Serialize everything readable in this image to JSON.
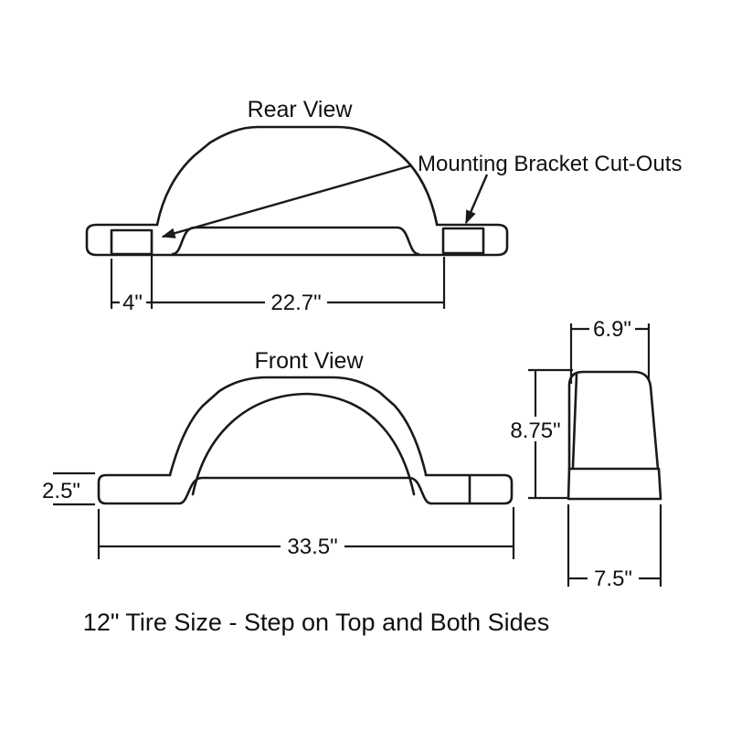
{
  "drawing": {
    "rear_view": {
      "title": "Rear View",
      "cutout_label": "Mounting Bracket Cut-Outs",
      "dim_cutout_width": "4\"",
      "dim_bracket_spacing": "22.7\""
    },
    "front_view": {
      "title": "Front View",
      "dim_lip_height": "2.5\"",
      "dim_overall_width": "33.5\""
    },
    "side_view": {
      "dim_top_depth": "6.9\"",
      "dim_height": "8.75\"",
      "dim_bottom_depth": "7.5\""
    },
    "caption": "12\" Tire Size - Step on Top and Both Sides",
    "colors": {
      "background": "#ffffff",
      "line": "#1a1a1a",
      "text": "#111111"
    }
  }
}
